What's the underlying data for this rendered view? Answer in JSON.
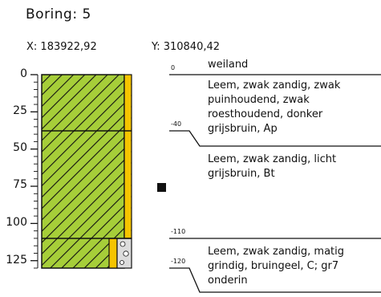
{
  "boring": {
    "title": "Boring:  5"
  },
  "coordinates": {
    "x_label": "X:  183922,92",
    "y_label": "Y:  310840,42"
  },
  "depth_axis": {
    "ticks": [
      "0",
      "25",
      "50",
      "75",
      "100",
      "125"
    ]
  },
  "colors": {
    "hatch_fill": "#a6ce39",
    "yellow_band": "#f5c400",
    "line": "#111111"
  },
  "marks": [
    {
      "label": "0",
      "depth": 0
    },
    {
      "label": "-40",
      "depth": 40
    },
    {
      "label": "-110",
      "depth": 110
    },
    {
      "label": "-120",
      "depth": 120
    }
  ],
  "layers": [
    {
      "from": 0,
      "to": 40,
      "text": "Leem, zwak zandig, zwak puinhoudend, zwak roesthoudend, donker grijsbruin, Ap"
    },
    {
      "from": 40,
      "to": 110,
      "text": "Leem, zwak zandig, licht grijsbruin, Bt"
    },
    {
      "from": 110,
      "to": 130,
      "text": "Leem, zwak zandig, matig grindig, bruingeel, C; gr7 onderin"
    }
  ],
  "top_label": "weiland"
}
